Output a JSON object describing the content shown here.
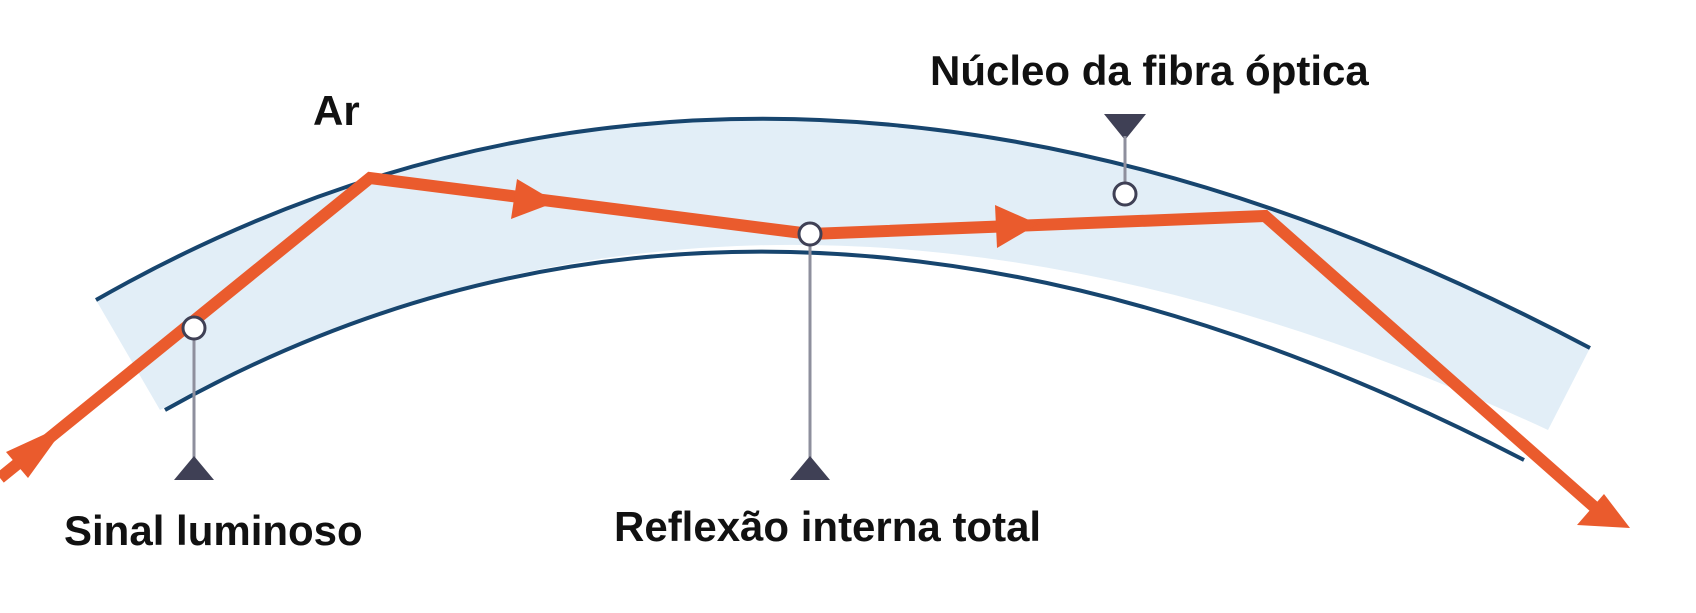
{
  "labels": {
    "air": "Ar",
    "core": "Núcleo da fibra óptica",
    "light_signal": "Sinal luminoso",
    "total_internal_reflection": "Reflexão interna total"
  },
  "colors": {
    "fiber_fill": "#e2eef7",
    "fiber_edge": "#17456e",
    "ray": "#ea5b2d",
    "pointer": "#8e8f9d",
    "pointer_head": "#3f4055",
    "marker_fill": "#ffffff"
  }
}
